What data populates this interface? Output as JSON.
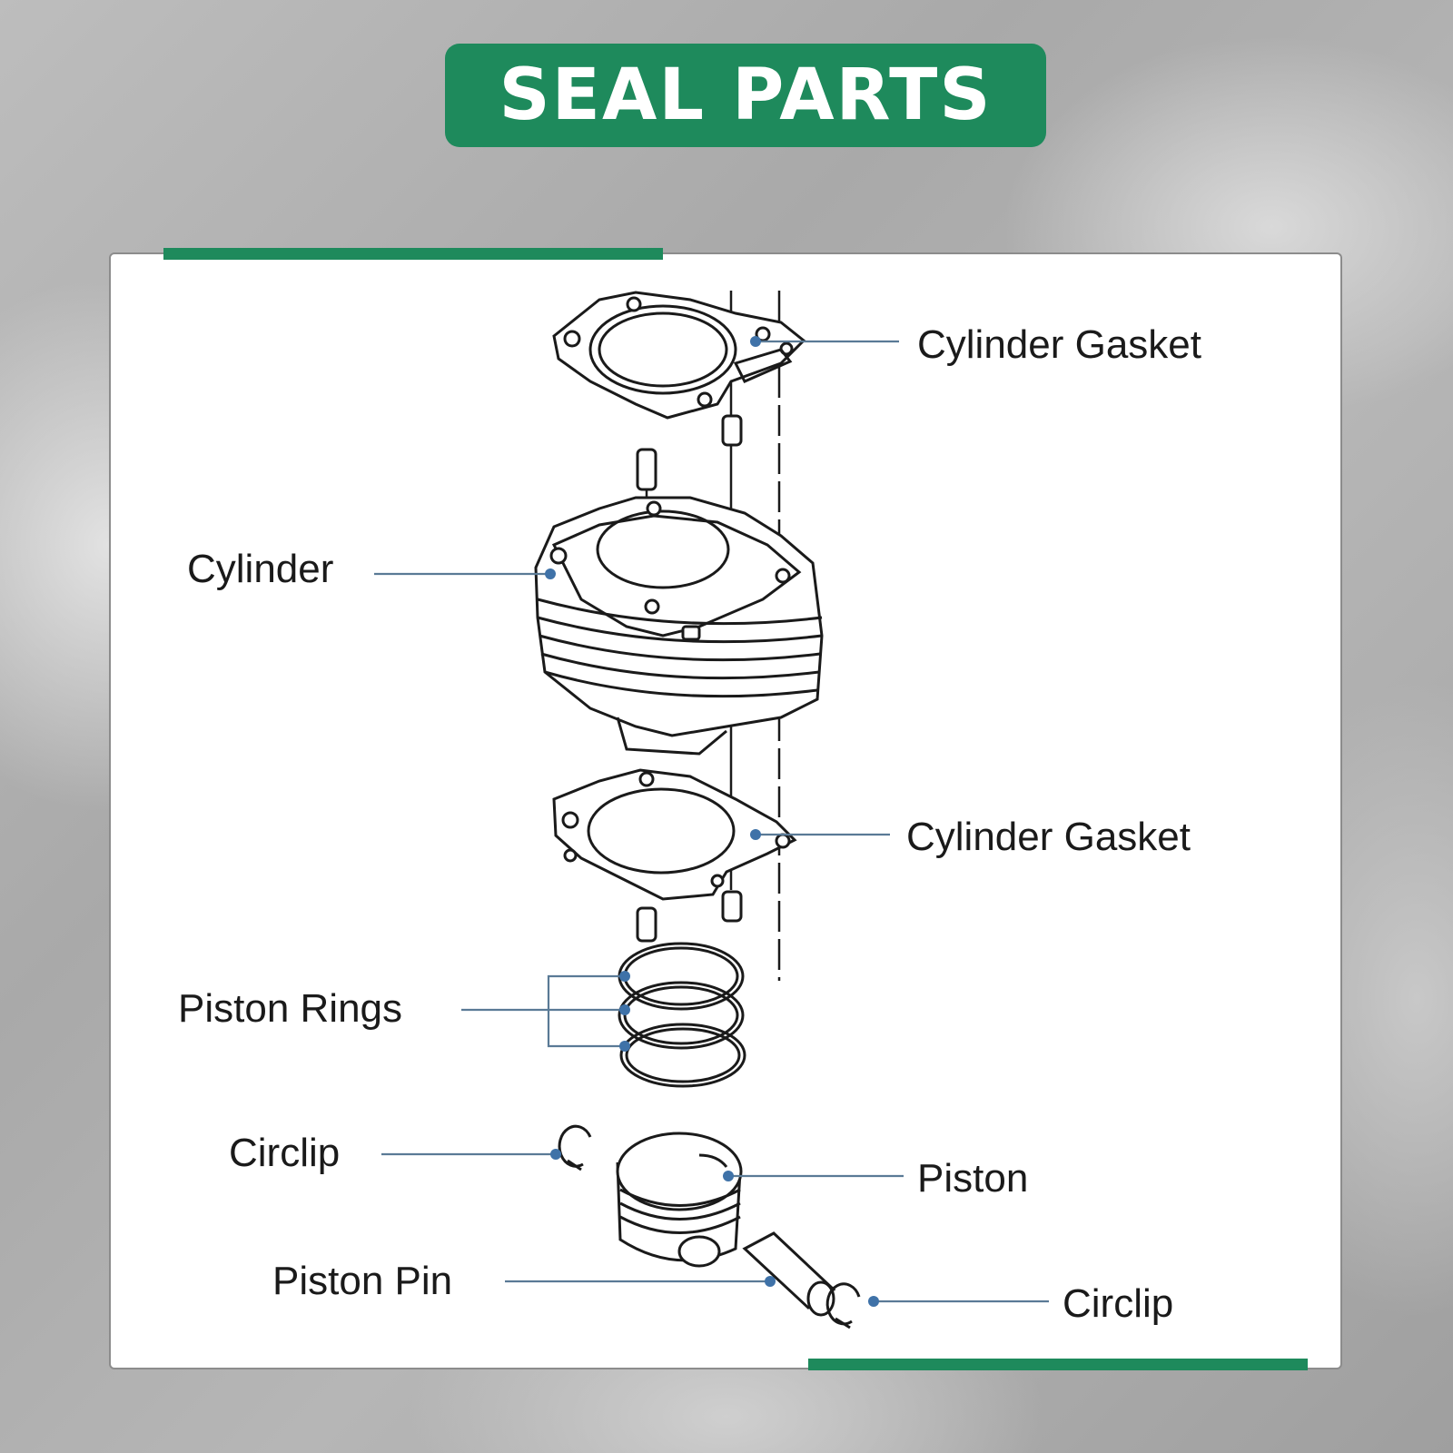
{
  "header": {
    "title": "SEAL PARTS"
  },
  "labels": {
    "cylinder_gasket_top": "Cylinder Gasket",
    "cylinder": "Cylinder",
    "cylinder_gasket_bottom": "Cylinder Gasket",
    "piston_rings": "Piston Rings",
    "circlip_left": "Circlip",
    "piston": "Piston",
    "piston_pin": "Piston Pin",
    "circlip_right": "Circlip"
  },
  "colors": {
    "accent": "#1e8a5c",
    "marker": "#3f72a8",
    "line_art": "#1a1a1a"
  }
}
